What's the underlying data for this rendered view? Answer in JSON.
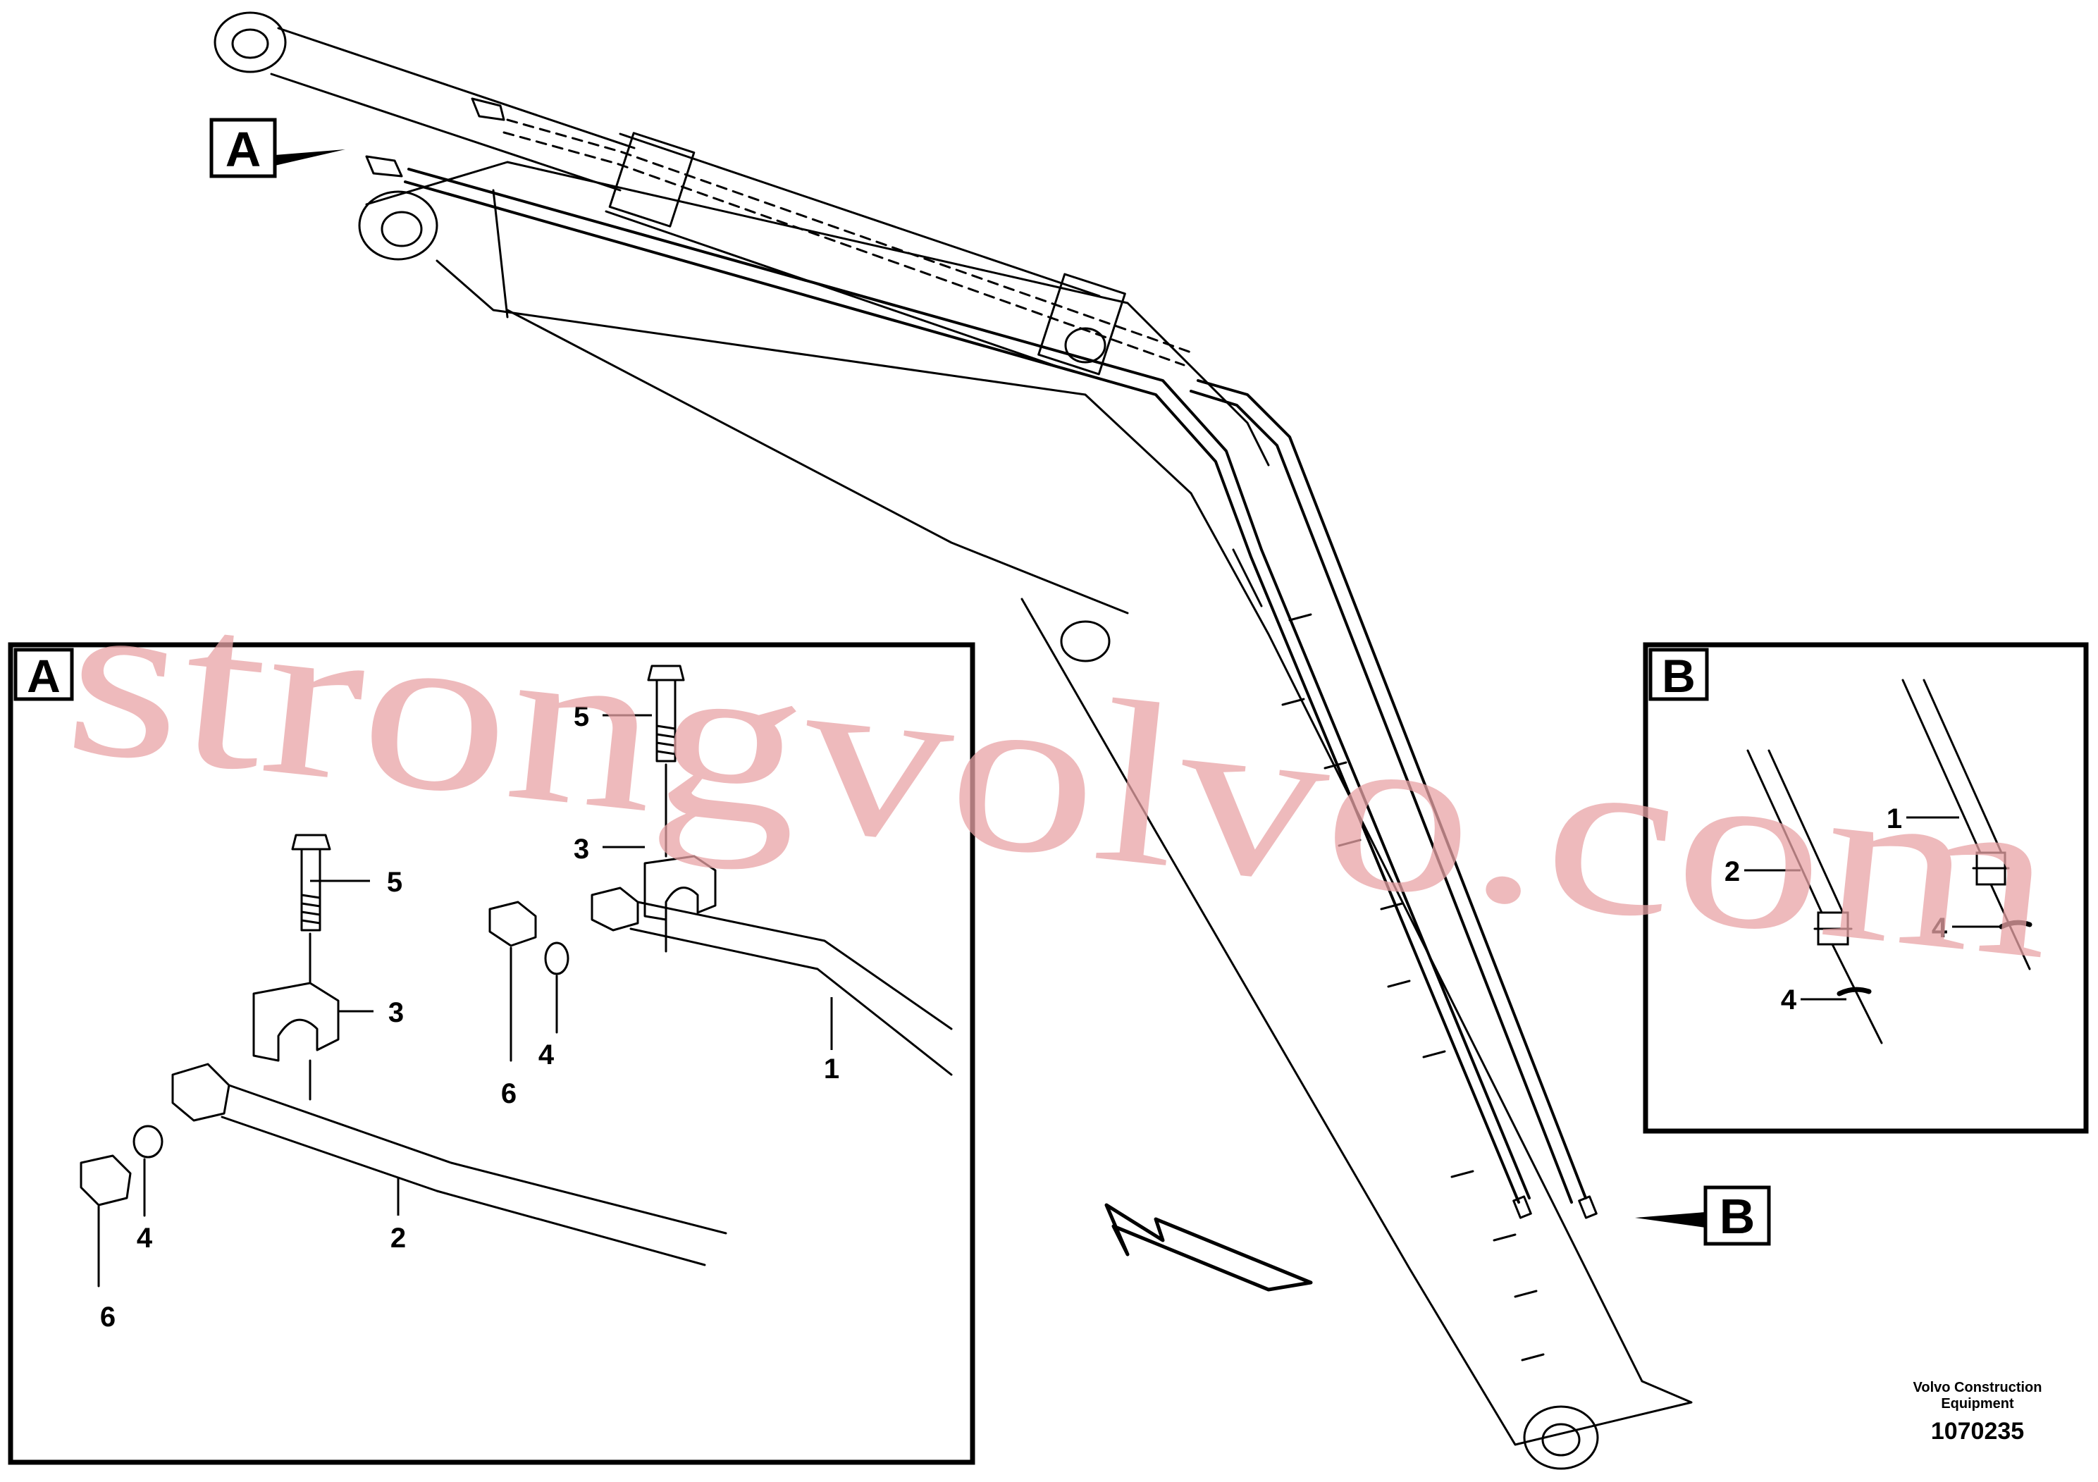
{
  "callouts": {
    "main_a": "A",
    "main_b": "B",
    "inset_a_tag": "A",
    "inset_b_tag": "B"
  },
  "inset_a_parts": {
    "bolt_top": "5",
    "clamp_top": "3",
    "bolt_left": "5",
    "clamp_left": "3",
    "pipe_1": "1",
    "pipe_2": "2",
    "oring_right": "4",
    "oring_left": "4",
    "nut_right": "6",
    "nut_left": "6"
  },
  "inset_b_parts": {
    "pipe_1": "1",
    "pipe_2": "2",
    "oring_right": "4",
    "oring_left": "4"
  },
  "watermark": "strongvolvo.com",
  "footer": {
    "company_line1": "Volvo Construction",
    "company_line2": "Equipment",
    "drawing_number": "1070235"
  }
}
